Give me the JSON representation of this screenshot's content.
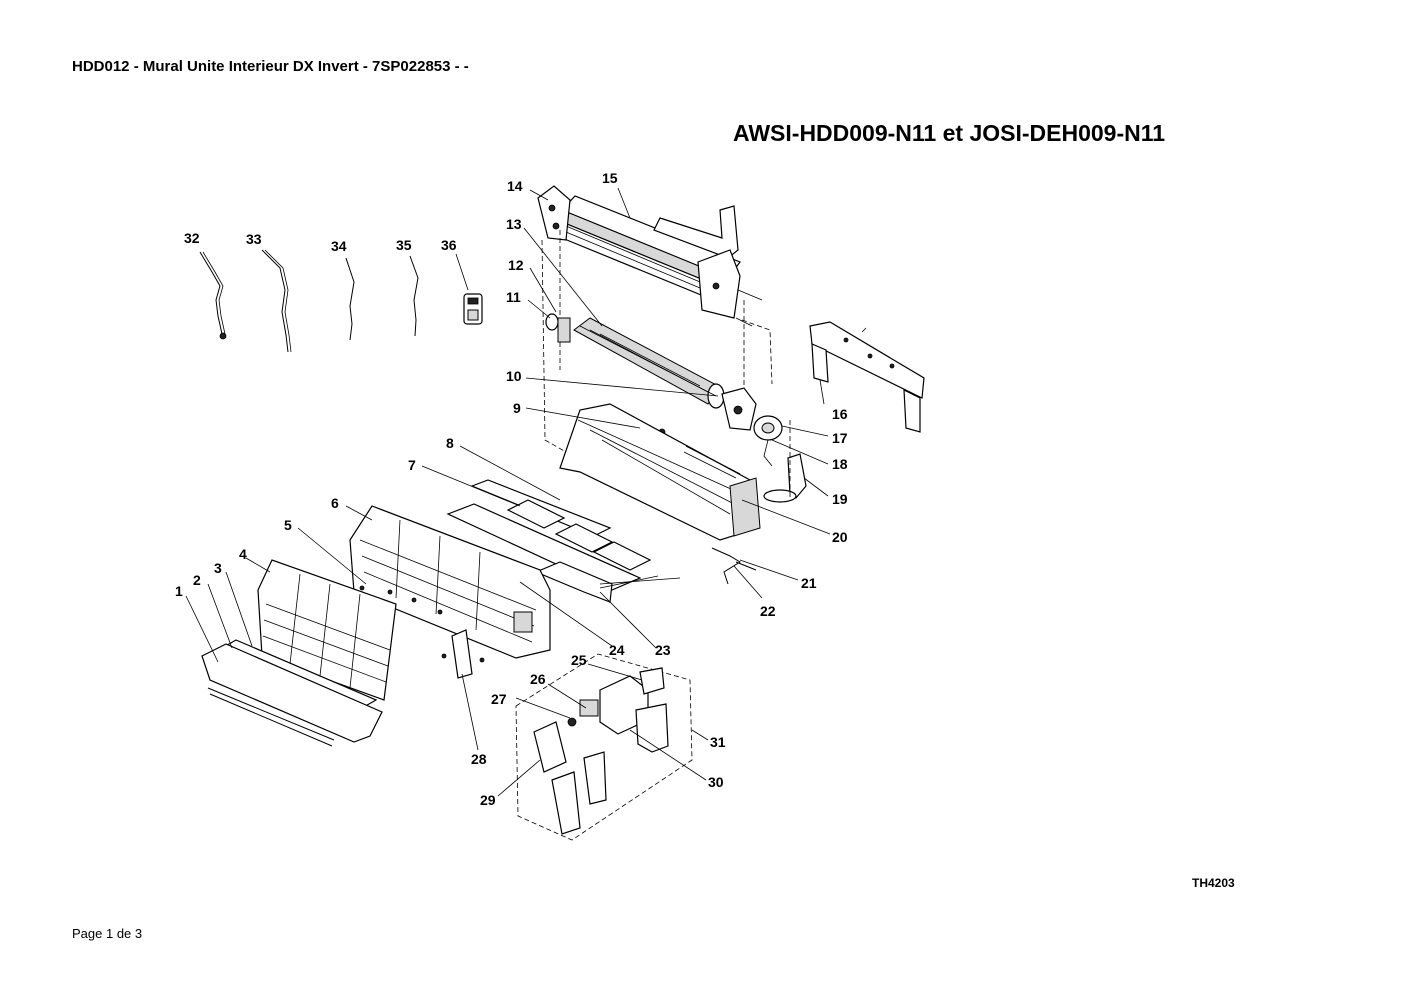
{
  "header": {
    "title": "HDD012 - Mural Unite Interieur DX Invert - 7SP022853 -  -"
  },
  "diagram": {
    "title": "AWSI-HDD009-N11 et JOSI-DEH009-N11",
    "reference_code": "TH4203",
    "callouts": [
      "1",
      "2",
      "3",
      "4",
      "5",
      "6",
      "7",
      "8",
      "9",
      "10",
      "11",
      "12",
      "13",
      "14",
      "15",
      "16",
      "17",
      "18",
      "19",
      "20",
      "21",
      "22",
      "23",
      "24",
      "25",
      "26",
      "27",
      "28",
      "29",
      "30",
      "31",
      "32",
      "33",
      "34",
      "35",
      "36"
    ]
  },
  "footer": {
    "page": "Page 1 de 3"
  }
}
